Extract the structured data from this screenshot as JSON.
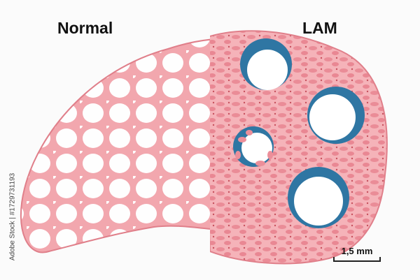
{
  "labels": {
    "normal": "Normal",
    "lam": "LAM"
  },
  "scale_bar": {
    "text": "1,5 mm"
  },
  "credit": "Adobe Stock | #1729731193",
  "colors": {
    "background": "#fbfbfb",
    "tissue_pink": "#f2a7ae",
    "tissue_line": "#e07f8a",
    "lam_dense": "#ec8f9a",
    "cyst_blue": "#2f76a3",
    "label_text": "#111111"
  },
  "structure": {
    "left_half": "normal lung alveoli network",
    "right_half": "LAM tissue with four blue-lined cysts",
    "cyst_count": 4
  }
}
